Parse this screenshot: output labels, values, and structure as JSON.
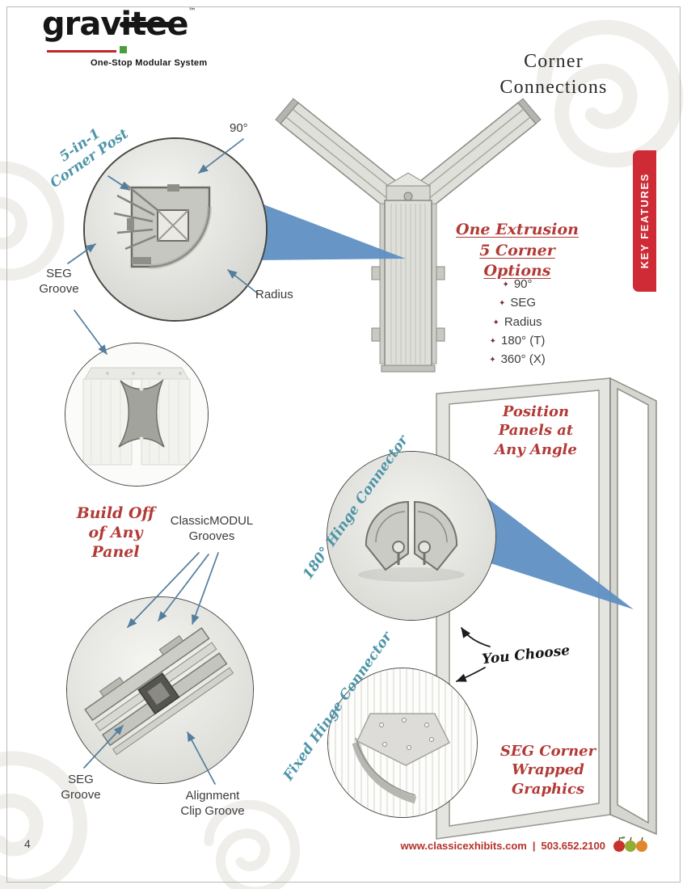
{
  "logo": {
    "brand": "gravitee",
    "tm": "™",
    "tagline": "One-Stop Modular System"
  },
  "header": {
    "title": "Corner\nConnections"
  },
  "tab": {
    "key_features": "KEY FEATURES"
  },
  "corner_post": {
    "label": "5-in-1\nCorner Post",
    "angle_label": "90°",
    "seg_groove_label": "SEG\nGroove",
    "radius_label": "Radius"
  },
  "extrusion_options": {
    "heading": "One Extrusion\n5 Corner Options",
    "bullet": "✦",
    "options": [
      "90°",
      "SEG",
      "Radius",
      "180° (T)",
      "360° (X)"
    ]
  },
  "panels": {
    "position_text": "Position\nPanels at\nAny Angle"
  },
  "hinge180": {
    "label": "180° Hinge Connector"
  },
  "fixed_hinge": {
    "label": "Fixed Hinge Connector"
  },
  "choose": {
    "text": "You Choose"
  },
  "seg_corner": {
    "text": "SEG Corner\nWrapped\nGraphics"
  },
  "build": {
    "label": "Build Off\nof Any\nPanel",
    "grooves_label": "ClassicMODUL\nGrooves",
    "seg_groove_label": "SEG\nGroove",
    "alignment_label": "Alignment\nClip Groove"
  },
  "footer": {
    "page_number": "4",
    "website": "www.classicexhibits.com",
    "separator": "|",
    "phone": "503.652.2100"
  },
  "colors": {
    "script_red": "#b23a36",
    "teal": "#4e95a8",
    "tab_red": "#cf2b36",
    "callout_blue": "#5e8fc3",
    "logo_red": "#c3242b",
    "logo_green": "#4b9e3e",
    "footer_red": "#b5322b"
  }
}
